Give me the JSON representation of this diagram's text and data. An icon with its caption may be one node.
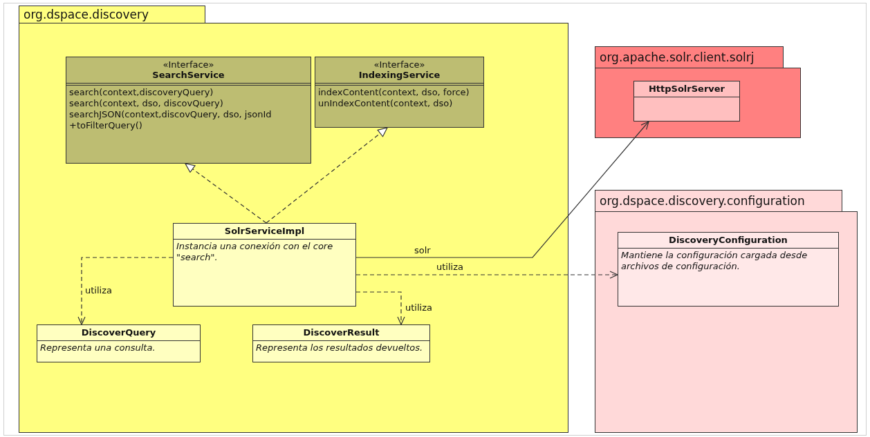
{
  "diagram": {
    "nodes": [
      {
        "text": [
          "org.dspace.discovery"
        ]
      },
      {
        "text": [
          "«Interface»",
          "SearchService",
          "search(context,discoveryQuery)",
          "search(context, dso, discovQuery)",
          "searchJSON(context,discovQuery, dso, jsonId",
          "+toFilterQuery()"
        ],
        "in": 0
      },
      {
        "text": [
          "«Interface»",
          "IndexingService",
          "indexContent(context, dso, force)",
          "unIndexContent(context, dso)"
        ],
        "in": 0
      },
      {
        "text": [
          "SolrServiceImpl",
          "Instancia una conexión con el core \"search\"."
        ],
        "in": 0
      },
      {
        "text": [
          "DiscoverQuery",
          "Representa una consulta."
        ],
        "in": 0
      },
      {
        "text": [
          "DiscoverResult",
          "Representa los resultados devueltos."
        ],
        "in": 0
      },
      {
        "text": [
          "org.apache.solr.client.solrj"
        ]
      },
      {
        "text": [
          "HttpSolrServer"
        ],
        "in": 6
      },
      {
        "text": [
          "org.dspace.discovery.configuration"
        ]
      },
      {
        "text": [
          "DiscoveryConfiguration",
          "Mantiene la configuración cargada desde archivos de configuración."
        ],
        "in": 8
      }
    ],
    "edges": [
      {
        "from": 3,
        "to": 1,
        "arrow": "to",
        "style": "dashed"
      },
      {
        "from": 3,
        "to": 2,
        "arrow": "to",
        "style": "dashed"
      },
      {
        "from": 3,
        "to": 7,
        "arrow": "to",
        "label": "solr"
      },
      {
        "from": 3,
        "to": 9,
        "arrow": "to",
        "style": "dashed",
        "label": "utiliza"
      },
      {
        "from": 3,
        "to": 4,
        "arrow": "to",
        "style": "dashed",
        "label": "utiliza"
      },
      {
        "from": 3,
        "to": 5,
        "arrow": "to",
        "style": "dashed",
        "label": "utiliza"
      }
    ]
  }
}
